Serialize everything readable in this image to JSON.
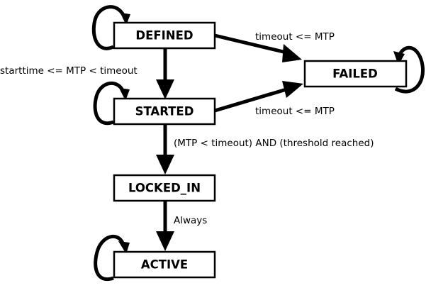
{
  "diagram": {
    "states": {
      "defined": "DEFINED",
      "started": "STARTED",
      "locked_in": "LOCKED_IN",
      "active": "ACTIVE",
      "failed": "FAILED"
    },
    "transitions": {
      "defined_to_started": "starttime <= MTP < timeout",
      "defined_to_failed": "timeout <= MTP",
      "started_to_failed": "timeout <= MTP",
      "started_to_locked_in": "(MTP < timeout) AND (threshold reached)",
      "locked_in_to_active": "Always"
    }
  }
}
